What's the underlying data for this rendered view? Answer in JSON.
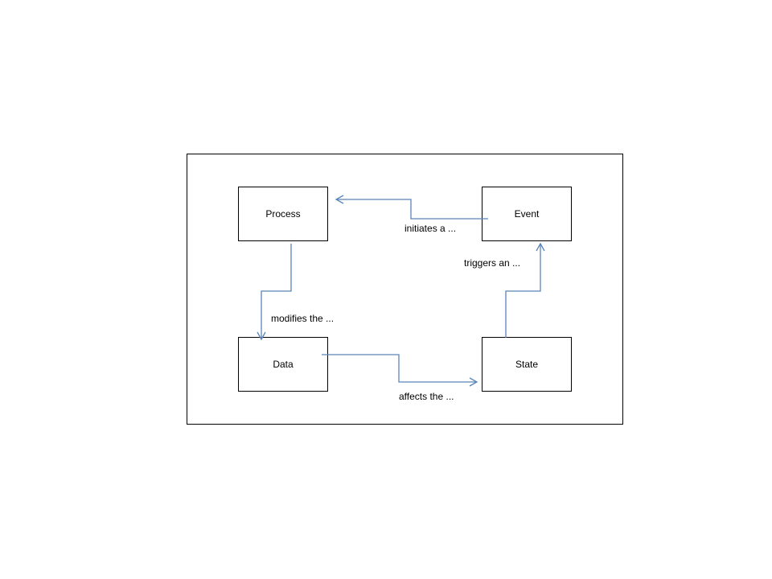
{
  "nodes": {
    "process": "Process",
    "event": "Event",
    "data": "Data",
    "state": "State"
  },
  "edges": {
    "event_to_process": "initiates a ...",
    "process_to_data": "modifies the ...",
    "data_to_state": "affects the ...",
    "state_to_event": "triggers an ..."
  },
  "colors": {
    "connector": "#5b84b8"
  }
}
